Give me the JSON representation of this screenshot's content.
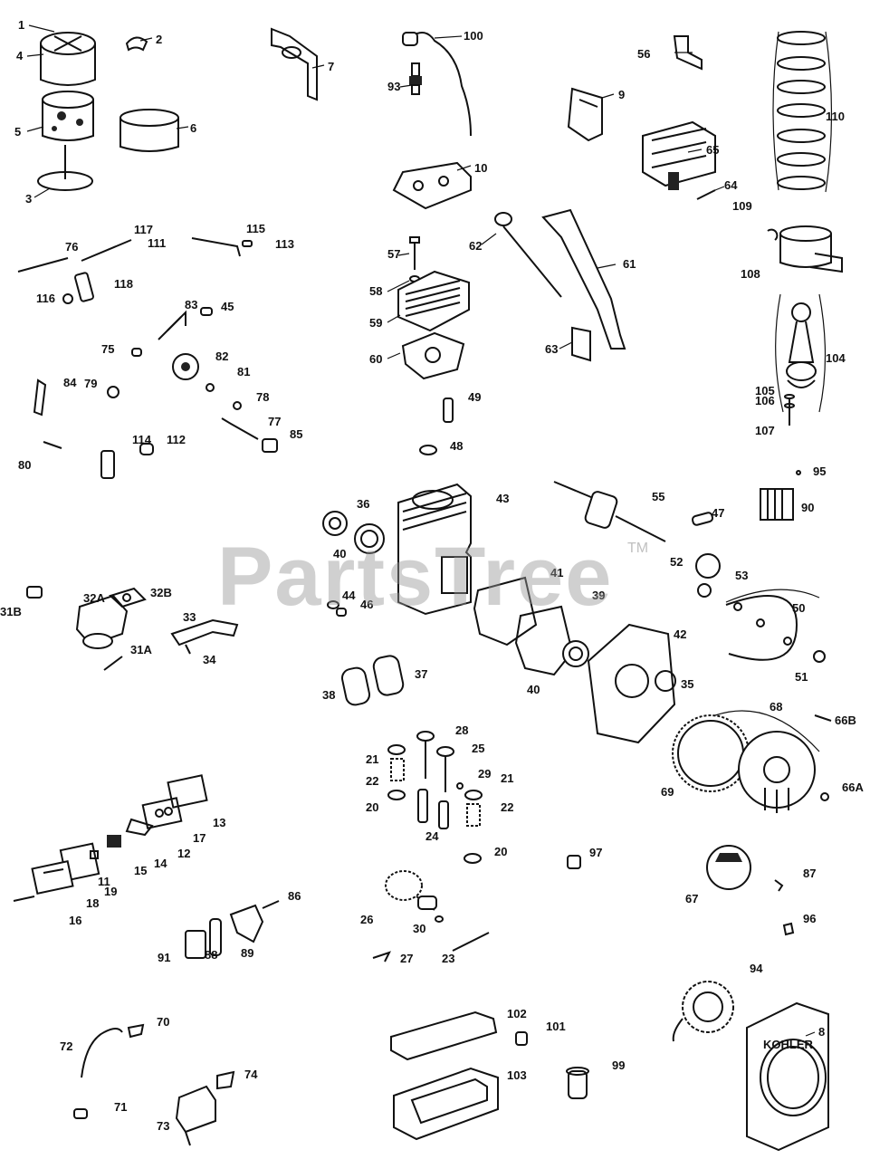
{
  "watermark": {
    "text": "PartsTree",
    "trademark": "TM"
  },
  "brand_marking": "KOHLER",
  "callouts": {
    "c1": "1",
    "c2": "2",
    "c3": "3",
    "c4": "4",
    "c5": "5",
    "c6": "6",
    "c7": "7",
    "c8": "8",
    "c9": "9",
    "c10": "10",
    "c11": "11",
    "c12": "12",
    "c13": "13",
    "c14": "14",
    "c15": "15",
    "c16": "16",
    "c17": "17",
    "c18": "18",
    "c19": "19",
    "c20a": "20",
    "c20b": "20",
    "c21a": "21",
    "c21b": "21",
    "c22a": "22",
    "c22b": "22",
    "c23": "23",
    "c24": "24",
    "c25": "25",
    "c26": "26",
    "c27": "27",
    "c28": "28",
    "c29": "29",
    "c30": "30",
    "c31a": "31A",
    "c31b": "31B",
    "c32a": "32A",
    "c32b": "32B",
    "c33": "33",
    "c34": "34",
    "c35": "35",
    "c36": "36",
    "c37": "37",
    "c38": "38",
    "c39": "39",
    "c40a": "40",
    "c40b": "40",
    "c41": "41",
    "c42": "42",
    "c43": "43",
    "c44": "44",
    "c45": "45",
    "c46": "46",
    "c47": "47",
    "c48": "48",
    "c49": "49",
    "c50": "50",
    "c51": "51",
    "c52": "52",
    "c53": "53",
    "c55": "55",
    "c56": "56",
    "c57": "57",
    "c58": "58",
    "c59": "59",
    "c60": "60",
    "c61": "61",
    "c62": "62",
    "c63": "63",
    "c64": "64",
    "c65": "65",
    "c66a": "66A",
    "c66b": "66B",
    "c67": "67",
    "c68": "68",
    "c69": "69",
    "c70": "70",
    "c71": "71",
    "c72": "72",
    "c73": "73",
    "c74": "74",
    "c75": "75",
    "c76": "76",
    "c77": "77",
    "c78": "78",
    "c79": "79",
    "c80": "80",
    "c81": "81",
    "c82": "82",
    "c83": "83",
    "c84": "84",
    "c85": "85",
    "c86": "86",
    "c87": "87",
    "c88": "88",
    "c89": "89",
    "c90": "90",
    "c91": "91",
    "c93": "93",
    "c94": "94",
    "c95": "95",
    "c96": "96",
    "c97": "97",
    "c99": "99",
    "c100": "100",
    "c101": "101",
    "c102": "102",
    "c103": "103",
    "c104": "104",
    "c105": "105",
    "c106": "106",
    "c107": "107",
    "c108": "108",
    "c109": "109",
    "c110": "110",
    "c111": "111",
    "c112": "112",
    "c113": "113",
    "c114": "114",
    "c115": "115",
    "c116": "116",
    "c117": "117",
    "c118": "118"
  }
}
